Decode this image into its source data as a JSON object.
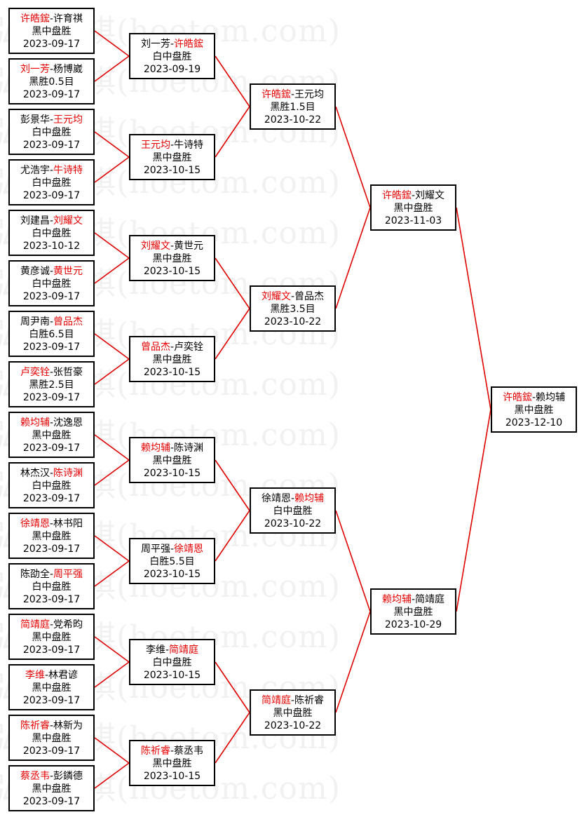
{
  "watermark": {
    "text": "弘通围棋(hoetom.com)",
    "rows": 16
  },
  "colors": {
    "winner": "#e60000",
    "connector": "#e00000",
    "border": "#000000"
  },
  "bracket": {
    "rounds": [
      {
        "matches": [
          {
            "p1": "许皓鋐",
            "p2": "许育祺",
            "winner": 1,
            "result": "黑中盘胜",
            "date": "2023-09-17"
          },
          {
            "p1": "刘一芳",
            "p2": "杨博崴",
            "winner": 1,
            "result": "黑胜0.5目",
            "date": "2023-09-17"
          },
          {
            "p1": "彭景华",
            "p2": "王元均",
            "winner": 2,
            "result": "白中盘胜",
            "date": "2023-09-17"
          },
          {
            "p1": "尤浩宇",
            "p2": "牛诗特",
            "winner": 2,
            "result": "白中盘胜",
            "date": "2023-09-17"
          },
          {
            "p1": "刘建昌",
            "p2": "刘耀文",
            "winner": 2,
            "result": "白中盘胜",
            "date": "2023-10-12"
          },
          {
            "p1": "黄彦诚",
            "p2": "黄世元",
            "winner": 2,
            "result": "白中盘胜",
            "date": "2023-09-17"
          },
          {
            "p1": "周尹南",
            "p2": "曾品杰",
            "winner": 2,
            "result": "白胜6.5目",
            "date": "2023-09-17"
          },
          {
            "p1": "卢奕铨",
            "p2": "张哲豪",
            "winner": 1,
            "result": "黑胜2.5目",
            "date": "2023-09-17"
          },
          {
            "p1": "赖均辅",
            "p2": "沈逸恩",
            "winner": 1,
            "result": "黑中盘胜",
            "date": "2023-09-17"
          },
          {
            "p1": "林杰汉",
            "p2": "陈诗渊",
            "winner": 2,
            "result": "白中盘胜",
            "date": "2023-09-17"
          },
          {
            "p1": "徐靖恩",
            "p2": "林书阳",
            "winner": 1,
            "result": "黑中盘胜",
            "date": "2023-09-17"
          },
          {
            "p1": "陈劭全",
            "p2": "周平强",
            "winner": 2,
            "result": "白中盘胜",
            "date": "2023-09-17"
          },
          {
            "p1": "简靖庭",
            "p2": "党希昀",
            "winner": 1,
            "result": "黑中盘胜",
            "date": "2023-09-17"
          },
          {
            "p1": "李维",
            "p2": "林君谚",
            "winner": 1,
            "result": "黑中盘胜",
            "date": "2023-09-17"
          },
          {
            "p1": "陈祈睿",
            "p2": "林新为",
            "winner": 1,
            "result": "黑中盘胜",
            "date": "2023-09-17"
          },
          {
            "p1": "蔡丞韦",
            "p2": "彭鏻德",
            "winner": 1,
            "result": "黑中盘胜",
            "date": "2023-09-17"
          }
        ]
      },
      {
        "matches": [
          {
            "p1": "刘一芳",
            "p2": "许皓鋐",
            "winner": 2,
            "result": "白中盘胜",
            "date": "2023-09-19"
          },
          {
            "p1": "王元均",
            "p2": "牛诗特",
            "winner": 1,
            "result": "黑中盘胜",
            "date": "2023-10-15"
          },
          {
            "p1": "刘耀文",
            "p2": "黄世元",
            "winner": 1,
            "result": "黑中盘胜",
            "date": "2023-10-15"
          },
          {
            "p1": "曾品杰",
            "p2": "卢奕铨",
            "winner": 1,
            "result": "黑中盘胜",
            "date": "2023-10-15"
          },
          {
            "p1": "赖均辅",
            "p2": "陈诗渊",
            "winner": 1,
            "result": "黑中盘胜",
            "date": "2023-10-15"
          },
          {
            "p1": "周平强",
            "p2": "徐靖恩",
            "winner": 2,
            "result": "白胜5.5目",
            "date": "2023-10-15"
          },
          {
            "p1": "李维",
            "p2": "简靖庭",
            "winner": 2,
            "result": "白中盘胜",
            "date": "2023-10-15"
          },
          {
            "p1": "陈祈睿",
            "p2": "蔡丞韦",
            "winner": 1,
            "result": "黑中盘胜",
            "date": "2023-10-15"
          }
        ]
      },
      {
        "matches": [
          {
            "p1": "许皓鋐",
            "p2": "王元均",
            "winner": 1,
            "result": "黑胜1.5目",
            "date": "2023-10-22"
          },
          {
            "p1": "刘耀文",
            "p2": "曾品杰",
            "winner": 1,
            "result": "黑胜3.5目",
            "date": "2023-10-22"
          },
          {
            "p1": "徐靖恩",
            "p2": "赖均辅",
            "winner": 2,
            "result": "白中盘胜",
            "date": "2023-10-22"
          },
          {
            "p1": "简靖庭",
            "p2": "陈祈睿",
            "winner": 1,
            "result": "黑中盘胜",
            "date": "2023-10-22"
          }
        ]
      },
      {
        "matches": [
          {
            "p1": "许皓鋐",
            "p2": "刘耀文",
            "winner": 1,
            "result": "黑中盘胜",
            "date": "2023-11-03"
          },
          {
            "p1": "赖均辅",
            "p2": "简靖庭",
            "winner": 1,
            "result": "黑中盘胜",
            "date": "2023-10-29"
          }
        ]
      },
      {
        "matches": [
          {
            "p1": "许皓鋐",
            "p2": "赖均辅",
            "winner": 1,
            "result": "黑中盘胜",
            "date": "2023-12-10"
          }
        ]
      }
    ]
  }
}
